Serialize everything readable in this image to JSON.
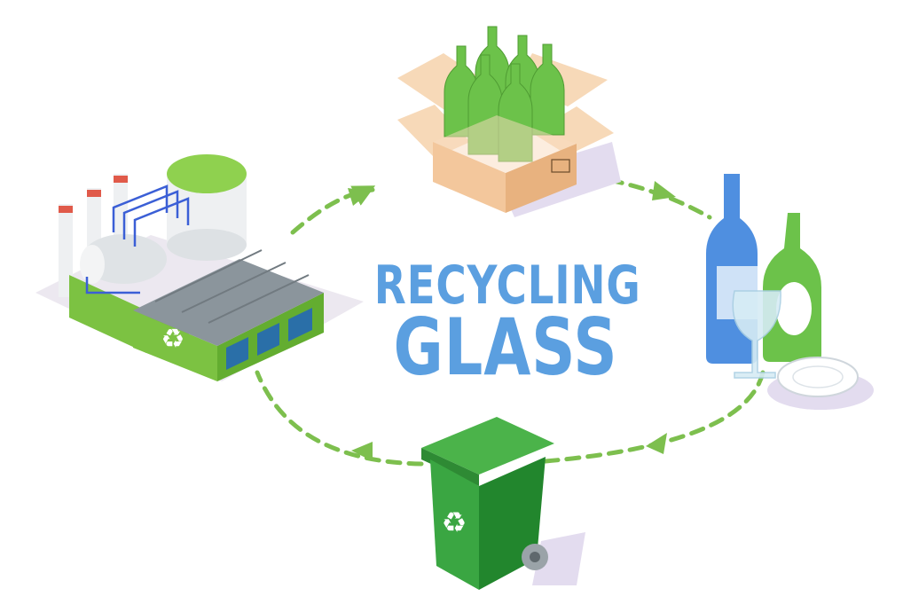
{
  "title": {
    "line1": "RECYCLING",
    "line2": "GLASS"
  },
  "cycle_stages": [
    {
      "name": "collection-box",
      "icon": "box-of-green-bottles-icon"
    },
    {
      "name": "glass-items",
      "icon": "bottles-and-glassware-icon"
    },
    {
      "name": "recycling-bin",
      "icon": "green-recycling-bin-icon"
    },
    {
      "name": "recycling-factory",
      "icon": "factory-icon"
    }
  ],
  "colors": {
    "title_blue": "#5b9fe0",
    "arrow_green": "#7dbf4e",
    "bottle_green": "#6cc24a",
    "bin_green": "#2e9a3a",
    "box_tan": "#f3c79c",
    "shadow_lilac": "#e3dcef",
    "factory_roof": "#8b959c"
  }
}
